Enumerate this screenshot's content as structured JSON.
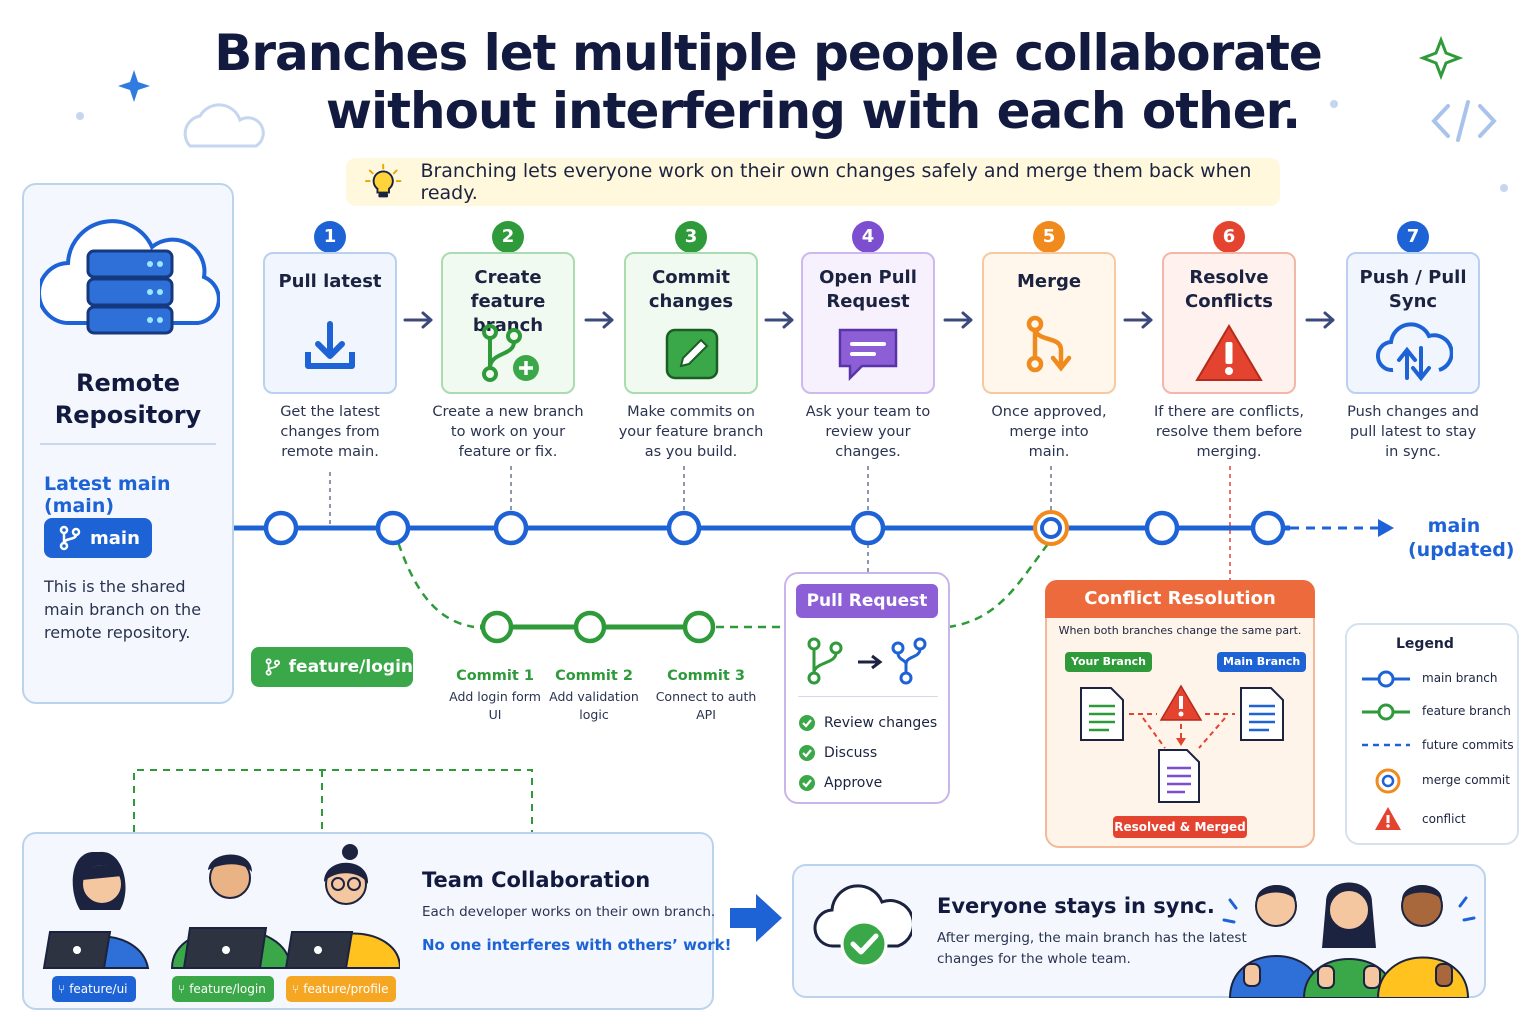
{
  "title": {
    "line1": "Branches let multiple people collaborate",
    "line2": "without interfering with each other."
  },
  "tip": "Branching lets everyone work on their own changes safely and merge them back when ready.",
  "remote": {
    "title_line1": "Remote",
    "title_line2": "Repository",
    "latest": "Latest main (main)",
    "chip": "main",
    "desc_line1": "This is the shared",
    "desc_line2": "main branch on the",
    "desc_line3": "remote repository."
  },
  "steps": [
    {
      "num": "1",
      "label_line1": "Pull latest",
      "label_line2": "",
      "desc_line1": "Get the latest",
      "desc_line2": "changes from",
      "desc_line3": "remote main.",
      "color": "#1e63d6",
      "icon": "download-icon"
    },
    {
      "num": "2",
      "label_line1": "Create feature",
      "label_line2": "branch",
      "desc_line1": "Create a new branch",
      "desc_line2": "to work on your",
      "desc_line3": "feature or fix.",
      "color": "#2e9a3a",
      "icon": "branch-add-icon"
    },
    {
      "num": "3",
      "label_line1": "Commit",
      "label_line2": "changes",
      "desc_line1": "Make commits on",
      "desc_line2": "your feature branch",
      "desc_line3": "as you build.",
      "color": "#2e9a3a",
      "icon": "edit-icon"
    },
    {
      "num": "4",
      "label_line1": "Open Pull",
      "label_line2": "Request",
      "desc_line1": "Ask your team to",
      "desc_line2": "review your",
      "desc_line3": "changes.",
      "color": "#7b4fd0",
      "icon": "message-icon"
    },
    {
      "num": "5",
      "label_line1": "Merge",
      "label_line2": "",
      "desc_line1": "Once approved,",
      "desc_line2": "merge into",
      "desc_line3": "main.",
      "color": "#f08a1c",
      "icon": "merge-icon"
    },
    {
      "num": "6",
      "label_line1": "Resolve",
      "label_line2": "Conflicts",
      "desc_line1": "If there are conflicts,",
      "desc_line2": "resolve them before",
      "desc_line3": "merging.",
      "color": "#e4432f",
      "icon": "warning-icon"
    },
    {
      "num": "7",
      "label_line1": "Push / Pull",
      "label_line2": "Sync",
      "desc_line1": "Push changes and",
      "desc_line2": "pull latest to stay",
      "desc_line3": "in sync.",
      "color": "#1e63d6",
      "icon": "cloud-sync-icon"
    }
  ],
  "main_updated": {
    "line1": "main",
    "line2": "(updated)"
  },
  "feature_chip": "feature/login",
  "commits": [
    {
      "title": "Commit 1",
      "desc_line1": "Add login form",
      "desc_line2": "UI"
    },
    {
      "title": "Commit 2",
      "desc_line1": "Add validation",
      "desc_line2": "logic"
    },
    {
      "title": "Commit 3",
      "desc_line1": "Connect to auth",
      "desc_line2": "API"
    }
  ],
  "pull_request": {
    "title": "Pull Request",
    "items": [
      "Review changes",
      "Discuss",
      "Approve"
    ]
  },
  "conflict": {
    "title": "Conflict Resolution",
    "subtitle": "When both branches change the same part.",
    "your_branch": "Your Branch",
    "main_branch": "Main Branch",
    "resolved": "Resolved & Merged"
  },
  "legend": {
    "title": "Legend",
    "items": [
      "main branch",
      "feature branch",
      "future commits",
      "merge commit",
      "conflict"
    ]
  },
  "team": {
    "title": "Team Collaboration",
    "desc": "Each developer works on their own branch.",
    "highlight": "No one interferes with others’ work!",
    "branches": [
      "feature/ui",
      "feature/login",
      "feature/profile"
    ]
  },
  "sync": {
    "title": "Everyone stays in sync.",
    "desc_line1": "After merging, the main branch has the latest",
    "desc_line2": "changes for the whole team."
  },
  "colors": {
    "main_blue": "#1e63d6",
    "feature_green": "#2e9a3a",
    "pr_purple": "#7b4fd0",
    "merge_orange": "#f08a1c",
    "conflict_red": "#e4432f",
    "navy": "#121a3f"
  }
}
